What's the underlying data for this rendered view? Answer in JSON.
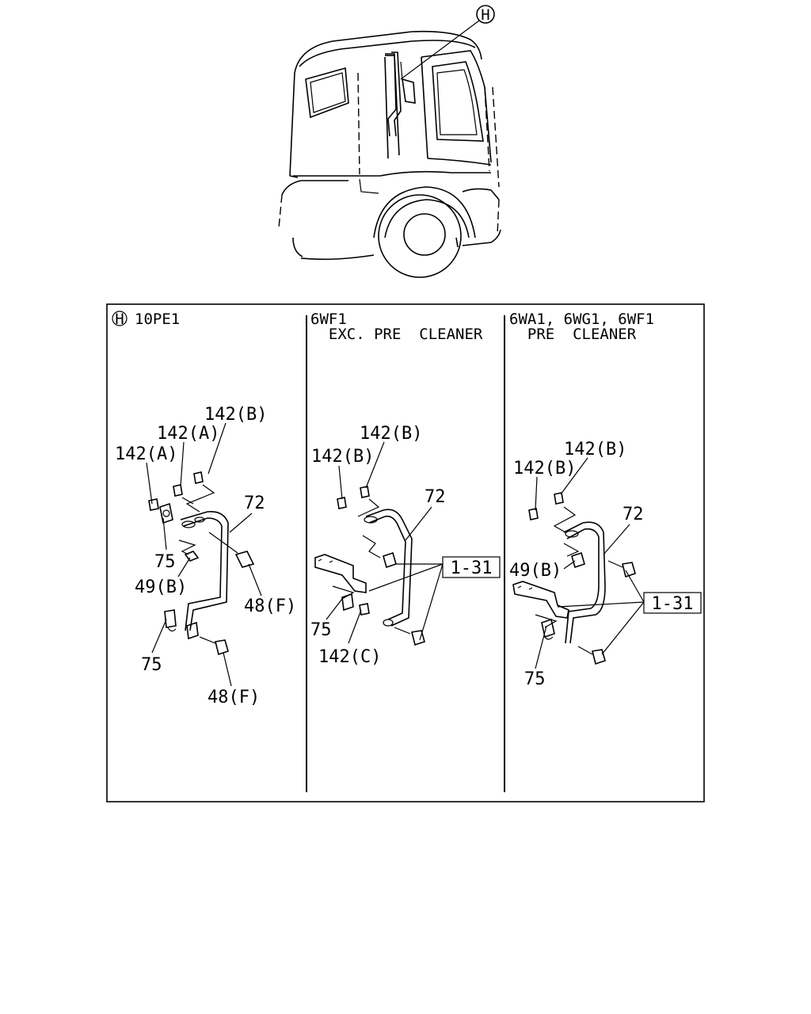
{
  "callout": {
    "circle_letter": "H"
  },
  "panels": [
    {
      "marker": "H",
      "title_lines": [
        "10PE1"
      ],
      "labels": {
        "p142b": "142(B)",
        "p142a_1": "142(A)",
        "p142a_2": "142(A)",
        "p72": "72",
        "p75_top": "75",
        "p49b": "49(B)",
        "p48f_1": "48(F)",
        "p75_bottom": "75",
        "p48f_2": "48(F)"
      }
    },
    {
      "title_lines": [
        "6WF1",
        "  EXC. PRE  CLEANER"
      ],
      "labels": {
        "p142b_1": "142(B)",
        "p142b_2": "142(B)",
        "p72": "72",
        "ref": "1-31",
        "p75": "75",
        "p142c": "142(C)"
      }
    },
    {
      "title_lines": [
        "6WA1, 6WG1, 6WF1",
        "  PRE  CLEANER"
      ],
      "labels": {
        "p142b_1": "142(B)",
        "p142b_2": "142(B)",
        "p72": "72",
        "p49b": "49(B)",
        "ref": "1-31",
        "p75": "75"
      }
    }
  ]
}
